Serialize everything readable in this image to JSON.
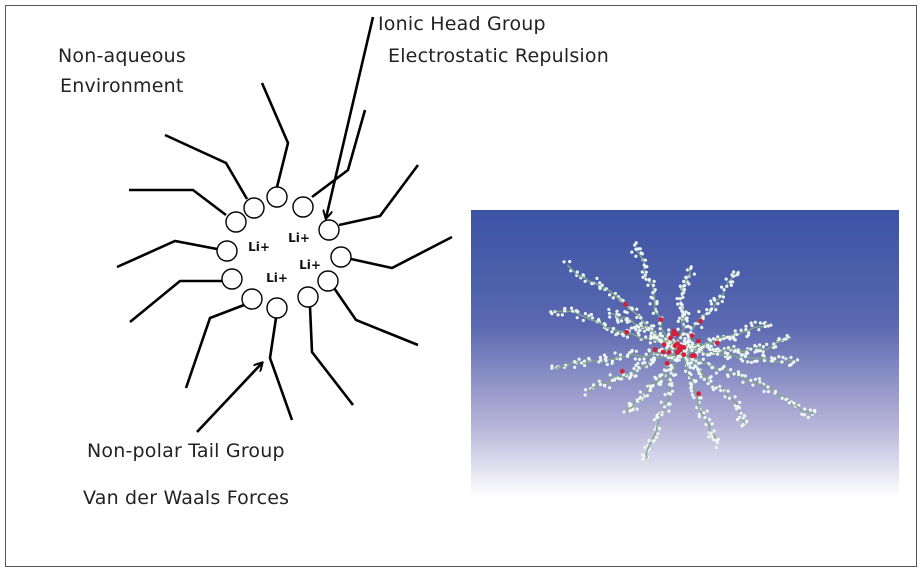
{
  "labels": {
    "ionic_head": "Ionic Head Group",
    "electrostatic": "Electrostatic Repulsion",
    "env_line1": "Non-aqueous",
    "env_line2": "Environment",
    "tail_group": "Non-polar Tail Group",
    "vdw": "Van der Waals Forces"
  },
  "ions": [
    "Li+",
    "Li+",
    "Li+",
    "Li+"
  ],
  "colors": {
    "sim_top": "#3a53a4",
    "oxygen": "#d0203a",
    "carbon": "#7fa88a",
    "hydrogen": "#eef6f2"
  }
}
